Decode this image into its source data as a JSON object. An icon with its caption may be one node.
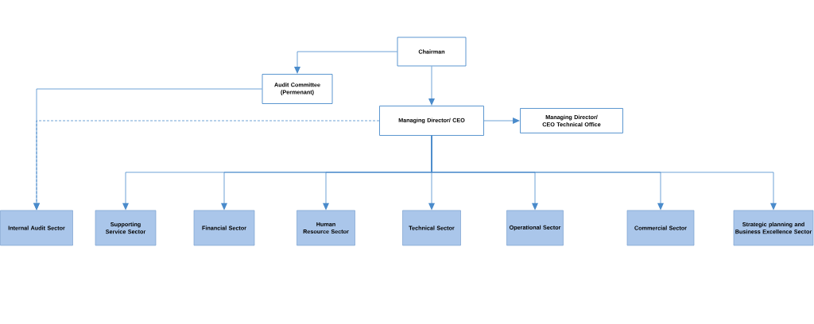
{
  "diagram": {
    "nodes": [
      {
        "text": [
          "Chairman"
        ]
      },
      {
        "text": [
          "Audit Committee (Permenant)"
        ]
      },
      {
        "text": [
          "Managing Director/ CEO"
        ]
      },
      {
        "text": [
          "Managing Director/ CEO Technical Office"
        ]
      },
      {
        "text": [
          "Internal Audit Sector"
        ]
      },
      {
        "text": [
          "Supporting Service Sector"
        ]
      },
      {
        "text": [
          "Financial Sector"
        ]
      },
      {
        "text": [
          "Human Resource Sector"
        ]
      },
      {
        "text": [
          "Technical Sector"
        ]
      },
      {
        "text": [
          "Operational Sector"
        ]
      },
      {
        "text": [
          "Commercial Sector"
        ]
      },
      {
        "text": [
          "Strategic planning and Business Excellence Sector"
        ]
      }
    ],
    "edges": [
      {
        "from": 0,
        "to": 1,
        "arrow": "to"
      },
      {
        "from": 0,
        "to": 2,
        "arrow": "to"
      },
      {
        "from": 2,
        "to": 3,
        "arrow": "to"
      },
      {
        "from": 1,
        "to": 4,
        "arrow": "to"
      },
      {
        "from": 2,
        "to": 4,
        "arrow": "to",
        "style": "dashed"
      },
      {
        "from": 2,
        "to": 5,
        "arrow": "to"
      },
      {
        "from": 2,
        "to": 6,
        "arrow": "to"
      },
      {
        "from": 2,
        "to": 7,
        "arrow": "to"
      },
      {
        "from": 2,
        "to": 8,
        "arrow": "to"
      },
      {
        "from": 2,
        "to": 9,
        "arrow": "to"
      },
      {
        "from": 2,
        "to": 10,
        "arrow": "to"
      },
      {
        "from": 2,
        "to": 11,
        "arrow": "to"
      }
    ]
  }
}
